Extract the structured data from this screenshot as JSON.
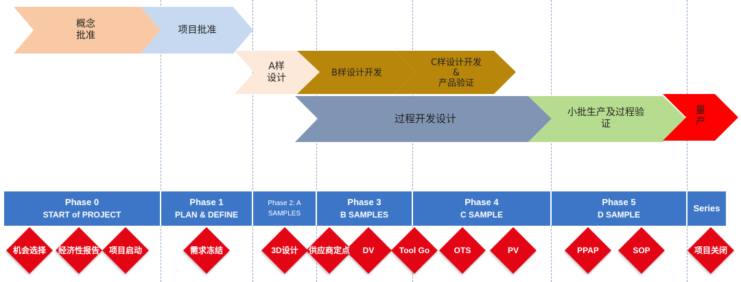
{
  "stages": {
    "concept_approval": "概念\n批准",
    "project_approval": "项目批准",
    "a_sample_design": "A样\n设计",
    "b_sample_dev": "B样设计开发",
    "c_sample_dev": "C样设计开发\n&\n产品验证",
    "process_dev": "过程开发设计",
    "small_batch": "小批生产及过程验\n证",
    "mass_production": "量\n产"
  },
  "phases": [
    {
      "name": "Phase 0",
      "desc": "START of PROJECT"
    },
    {
      "name": "Phase 1",
      "desc": "PLAN & DEFINE"
    },
    {
      "name": "Phase 2: A",
      "desc": "SAMPLES"
    },
    {
      "name": "Phase 3",
      "desc": "B SAMPLES"
    },
    {
      "name": "Phase 4",
      "desc": "C SAMPLE"
    },
    {
      "name": "Phase 5",
      "desc": "D SAMPLE"
    },
    {
      "name": "Series",
      "desc": ""
    }
  ],
  "milestones": [
    "机会选择",
    "经济性报告",
    "项目启动",
    "需求冻结",
    "3D设计",
    "供应商定点",
    "DV",
    "Tool Go",
    "OTS",
    "PV",
    "PPAP",
    "SOP",
    "项目关闭"
  ],
  "colors": {
    "concept": "#f9c9a5",
    "project": "#c6d9f0",
    "a_sample": "#fde9d9",
    "bc_sample": "#b8860b",
    "process": "#8095b4",
    "small_batch": "#b6dd8f",
    "mass": "#ff0000",
    "phase_bar": "#3d76c6",
    "diamond": "#e40514"
  }
}
